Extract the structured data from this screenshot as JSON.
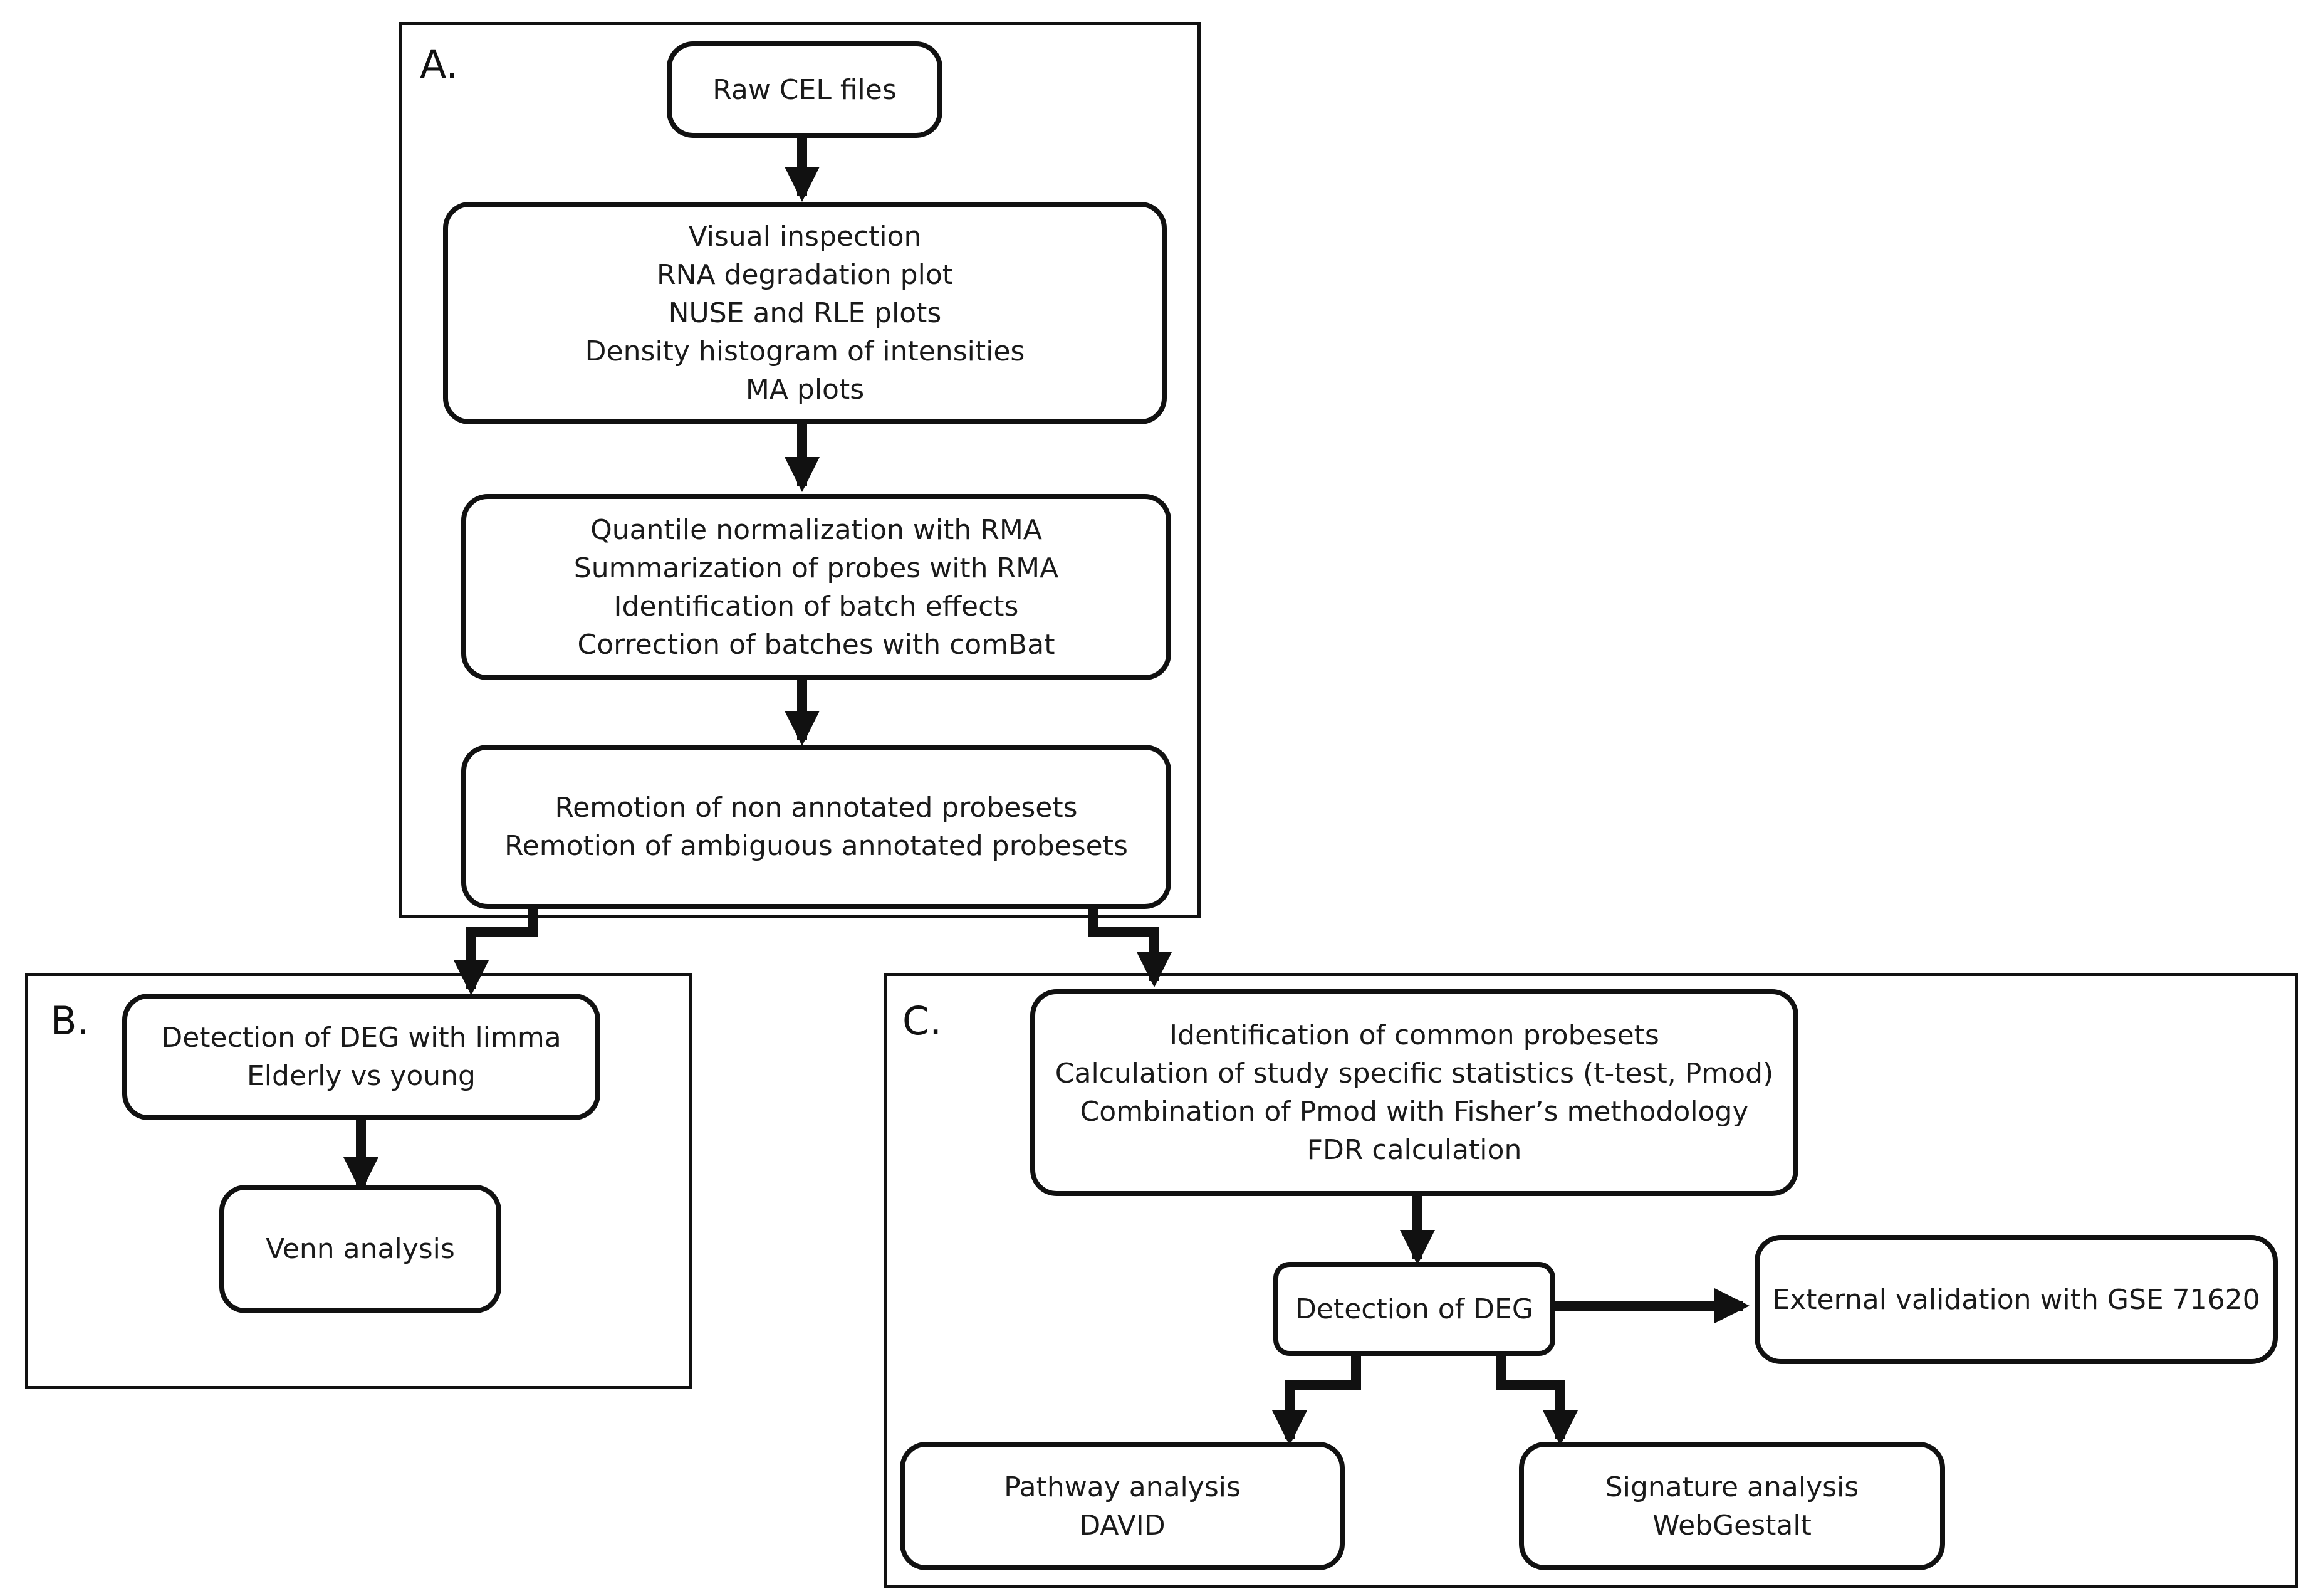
{
  "panel_a": {
    "label": "A.",
    "raw": [
      "Raw CEL files"
    ],
    "qc": [
      "Visual inspection",
      "RNA degradation plot",
      "NUSE and RLE plots",
      "Density histogram of intensities",
      "MA plots"
    ],
    "norm": [
      "Quantile normalization with RMA",
      "Summarization of probes with RMA",
      "Identification of batch effects",
      "Correction of batches with comBat"
    ],
    "remotion": [
      "Remotion of non annotated probesets",
      "Remotion of ambiguous annotated probesets"
    ]
  },
  "panel_b": {
    "label": "B.",
    "limma": [
      "Detection of DEG with limma",
      "Elderly vs young"
    ],
    "venn": [
      "Venn analysis"
    ]
  },
  "panel_c": {
    "label": "C.",
    "meta": [
      "Identification of common probesets",
      "Calculation of study specific statistics (t-test, Pmod)",
      "Combination of Pmod with Fisher’s methodology",
      "FDR calculation"
    ],
    "deg": [
      "Detection of DEG"
    ],
    "external": [
      "External validation  with GSE 71620"
    ],
    "pathway": [
      "Pathway analysis",
      "DAVID"
    ],
    "signature": [
      "Signature analysis",
      "WebGestalt"
    ]
  }
}
